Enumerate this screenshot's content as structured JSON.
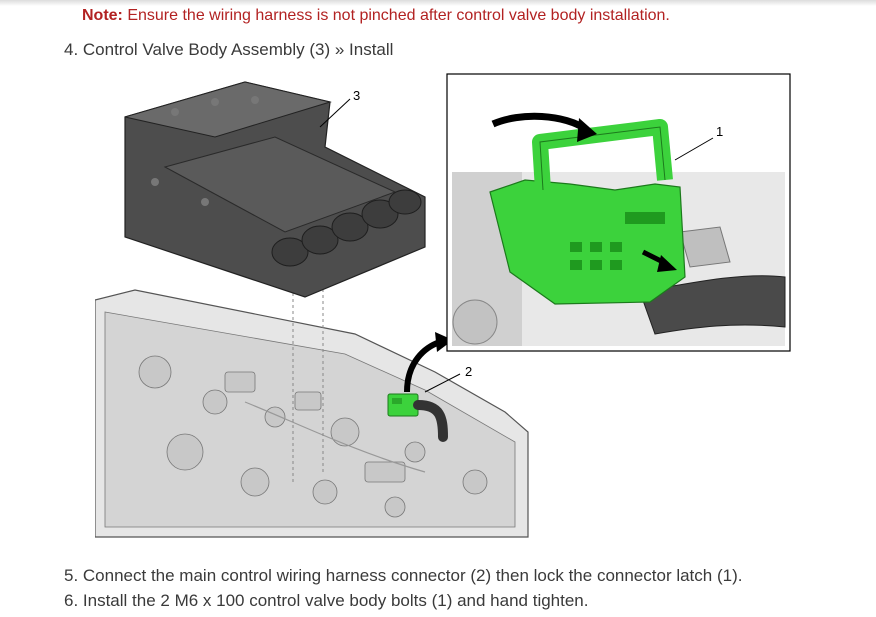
{
  "note": {
    "label": "Note:",
    "text": " Ensure the wiring harness is not pinched after control valve body installation."
  },
  "steps": [
    {
      "text": "4. Control Valve Body Assembly (3) » Install"
    },
    {
      "text": "5. Connect the main control wiring harness connector (2) then lock the connector latch (1)."
    },
    {
      "text": "6. Install the 2 M6 x 100 control valve body bolts (1) and hand tighten."
    }
  ],
  "figure": {
    "callouts": [
      "3",
      "1",
      "2"
    ],
    "colors": {
      "connector": "#3cd23c",
      "metal_dark": "#4a4a4a",
      "metal_light": "#d9d9d9"
    }
  }
}
